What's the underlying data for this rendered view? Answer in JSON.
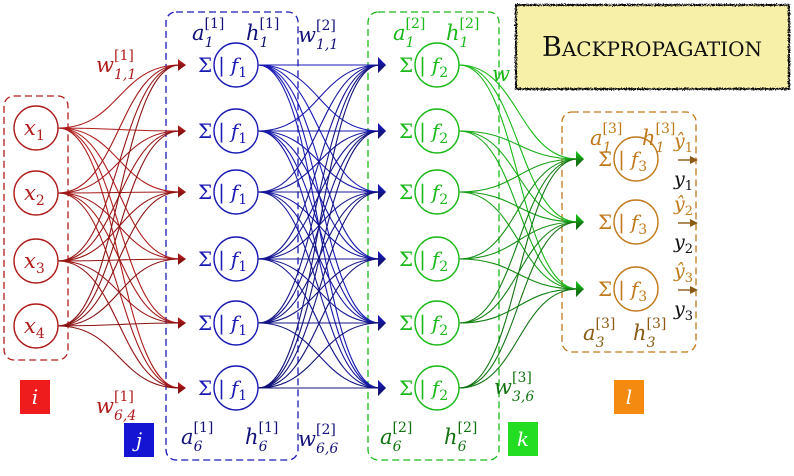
{
  "title": {
    "text": "Backpropagation",
    "initial": "B",
    "rest": "ACKPROPAGATION",
    "bg_color": "#f7f0a8"
  },
  "colors": {
    "input": "#b01c1c",
    "layer1": "#1a1ab4",
    "layer2": "#19b919",
    "layer3": "#c07a1c",
    "dark1": "#12127a",
    "dark2": "#117311",
    "output_arrow": "#8a5a14"
  },
  "inputs": [
    {
      "base": "x",
      "sub": "1"
    },
    {
      "base": "x",
      "sub": "2"
    },
    {
      "base": "x",
      "sub": "3"
    },
    {
      "base": "x",
      "sub": "4"
    }
  ],
  "layers": [
    {
      "nodes": 6,
      "sigma": "Σ",
      "sep": "|",
      "f": "f",
      "fsub": "1"
    },
    {
      "nodes": 6,
      "sigma": "Σ",
      "sep": "|",
      "f": "f",
      "fsub": "2"
    },
    {
      "nodes": 3,
      "sigma": "Σ",
      "sep": "|",
      "f": "f",
      "fsub": "3"
    }
  ],
  "outputs": [
    {
      "hat": "ŷ",
      "sub": "1",
      "target": "y",
      "tsub": "1"
    },
    {
      "hat": "ŷ",
      "sub": "2",
      "target": "y",
      "tsub": "2"
    },
    {
      "hat": "ŷ",
      "sub": "3",
      "target": "y",
      "tsub": "3"
    }
  ],
  "labels": {
    "w1_top": {
      "base": "w",
      "sup": "[1]",
      "sub": "1,1"
    },
    "w1_bot": {
      "base": "w",
      "sup": "[1]",
      "sub": "6,4"
    },
    "w2_top": {
      "base": "w",
      "sup": "[2]",
      "sub": "1,1"
    },
    "w2_bot": {
      "base": "w",
      "sup": "[2]",
      "sub": "6,6"
    },
    "w3_bot": {
      "base": "w",
      "sup": "[3]",
      "sub": "3,6"
    },
    "w3_top": {
      "base": "w"
    },
    "a1_top": {
      "base": "a",
      "sup": "[1]",
      "sub": "1"
    },
    "h1_top": {
      "base": "h",
      "sup": "[1]",
      "sub": "1"
    },
    "a1_bot": {
      "base": "a",
      "sup": "[1]",
      "sub": "6"
    },
    "h1_bot": {
      "base": "h",
      "sup": "[1]",
      "sub": "6"
    },
    "a2_top": {
      "base": "a",
      "sup": "[2]",
      "sub": "1"
    },
    "h2_top": {
      "base": "h",
      "sup": "[2]",
      "sub": "1"
    },
    "a2_bot": {
      "base": "a",
      "sup": "[2]",
      "sub": "6"
    },
    "h2_bot": {
      "base": "h",
      "sup": "[2]",
      "sub": "6"
    },
    "a3_top": {
      "base": "a",
      "sup": "[3]",
      "sub": "1"
    },
    "h3_top": {
      "base": "h",
      "sup": "[3]",
      "sub": "1"
    },
    "a3_bot": {
      "base": "a",
      "sup": "[3]",
      "sub": "3"
    },
    "h3_bot": {
      "base": "h",
      "sup": "[3]",
      "sub": "3"
    }
  },
  "index_badges": [
    {
      "letter": "i",
      "color": "#ee1c1c"
    },
    {
      "letter": "j",
      "color": "#1414d2"
    },
    {
      "letter": "k",
      "color": "#22dd22"
    },
    {
      "letter": "l",
      "color": "#f58a10"
    }
  ]
}
